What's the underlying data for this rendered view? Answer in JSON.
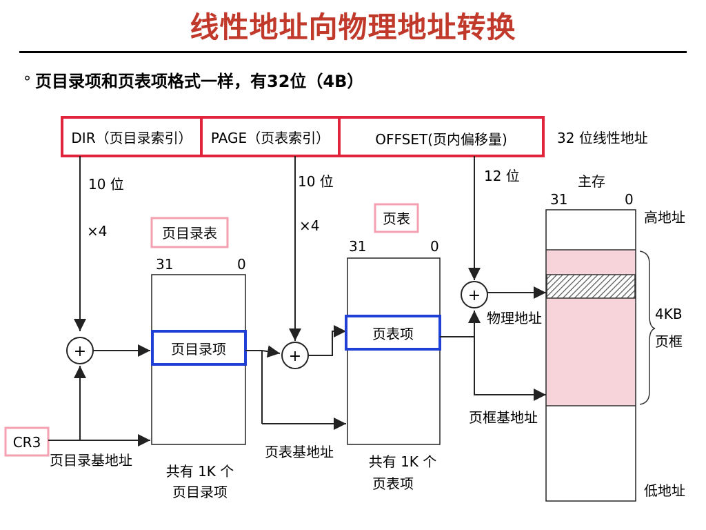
{
  "slide": {
    "title": "线性地址向物理地址转换",
    "bullet": "页目录项和页表项格式一样，有32位（4B）"
  },
  "linear_address": {
    "dir_label": "DIR（页目录索引）",
    "page_label": "PAGE（页表索引）",
    "offset_label": "OFFSET(页内偏移量)",
    "caption": "32 位线性地址"
  },
  "dir_path": {
    "bits": "10 位",
    "multiplier": "×4"
  },
  "page_path": {
    "bits": "10 位",
    "multiplier": "×4"
  },
  "offset_path": {
    "bits": "12 位"
  },
  "page_directory": {
    "title": "页目录表",
    "bit_high": "31",
    "bit_low": "0",
    "entry": "页目录项",
    "count_line1": "共有 1K 个",
    "count_line2": "页目录项"
  },
  "page_table": {
    "title": "页表",
    "bit_high": "31",
    "bit_low": "0",
    "entry": "页表项",
    "count_line1": "共有 1K 个",
    "count_line2": "页表项"
  },
  "main_memory": {
    "title": "主存",
    "bit_high": "31",
    "bit_low": "0",
    "high_addr": "高地址",
    "low_addr": "低地址",
    "frame_size": "4KB",
    "frame_label": "页框"
  },
  "labels": {
    "cr3": "CR3",
    "dir_base": "页目录基地址",
    "table_base": "页表基地址",
    "frame_base": "页框基地址",
    "physical_addr": "物理地址"
  },
  "adder_symbol": "+",
  "colors": {
    "title": "#c0392b",
    "red_box": "#e0243c",
    "pink_box": "#f4a0b0",
    "blue_box": "#1f3fd6",
    "frame_fill": "#f7d4d9"
  }
}
